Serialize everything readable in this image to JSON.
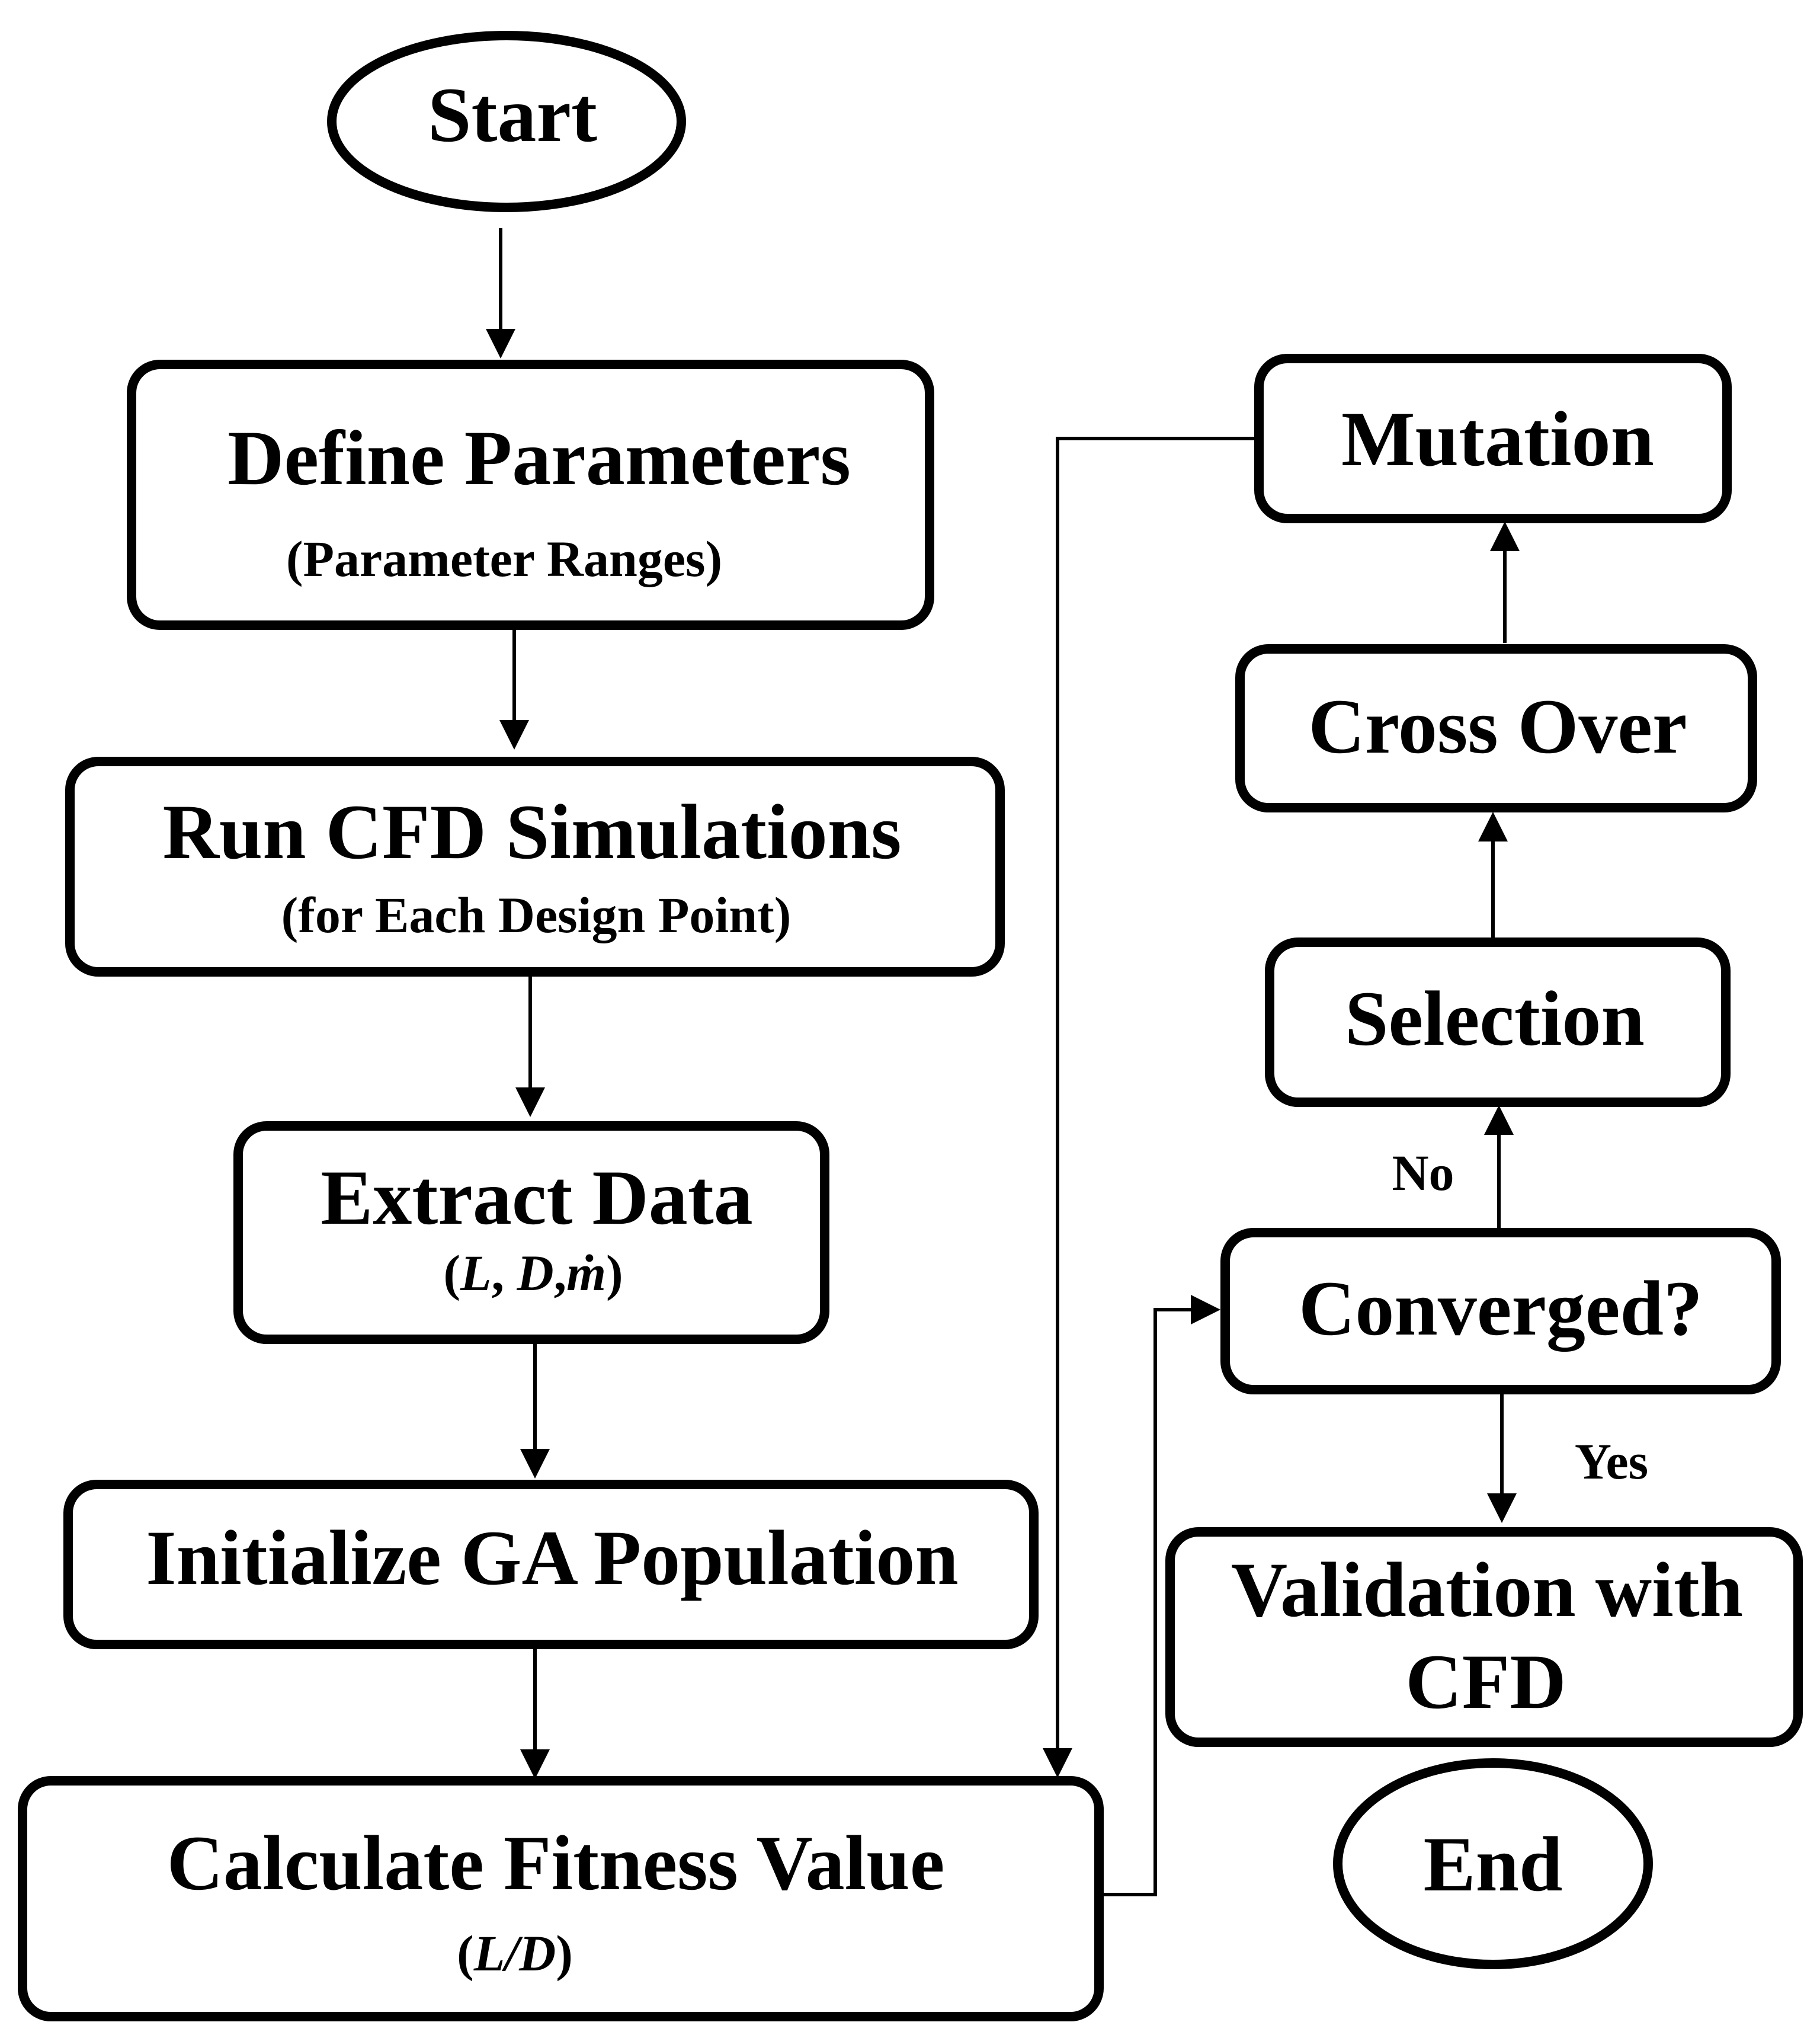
{
  "colors": {
    "stroke": "#000000",
    "fill": "#ffffff",
    "text": "#000000"
  },
  "nodes": {
    "start": {
      "label": "Start"
    },
    "define": {
      "label": "Define Parameters",
      "sub": "(Parameter Ranges)"
    },
    "run_cfd": {
      "label": "Run CFD Simulations",
      "sub": "(for Each Design Point)"
    },
    "extract": {
      "label": "Extract Data",
      "sub_open": "(",
      "sub_l": "L",
      "sub_sep1": ", ",
      "sub_d": "D",
      "sub_sep2": ",",
      "sub_m": "ṁ",
      "sub_close": ")"
    },
    "init_ga": {
      "label": "Initialize GA Population"
    },
    "fitness": {
      "label": "Calculate Fitness Value",
      "sub_open": "(",
      "sub_ld": "L/D",
      "sub_close": ")"
    },
    "converged": {
      "label": "Converged?"
    },
    "selection": {
      "label": "Selection"
    },
    "crossover": {
      "label": "Cross Over"
    },
    "mutation": {
      "label": "Mutation"
    },
    "validation": {
      "label_line1": "Validation with",
      "label_line2": "CFD"
    },
    "end": {
      "label": "End"
    }
  },
  "edges": {
    "no_label": "No",
    "yes_label": "Yes"
  }
}
